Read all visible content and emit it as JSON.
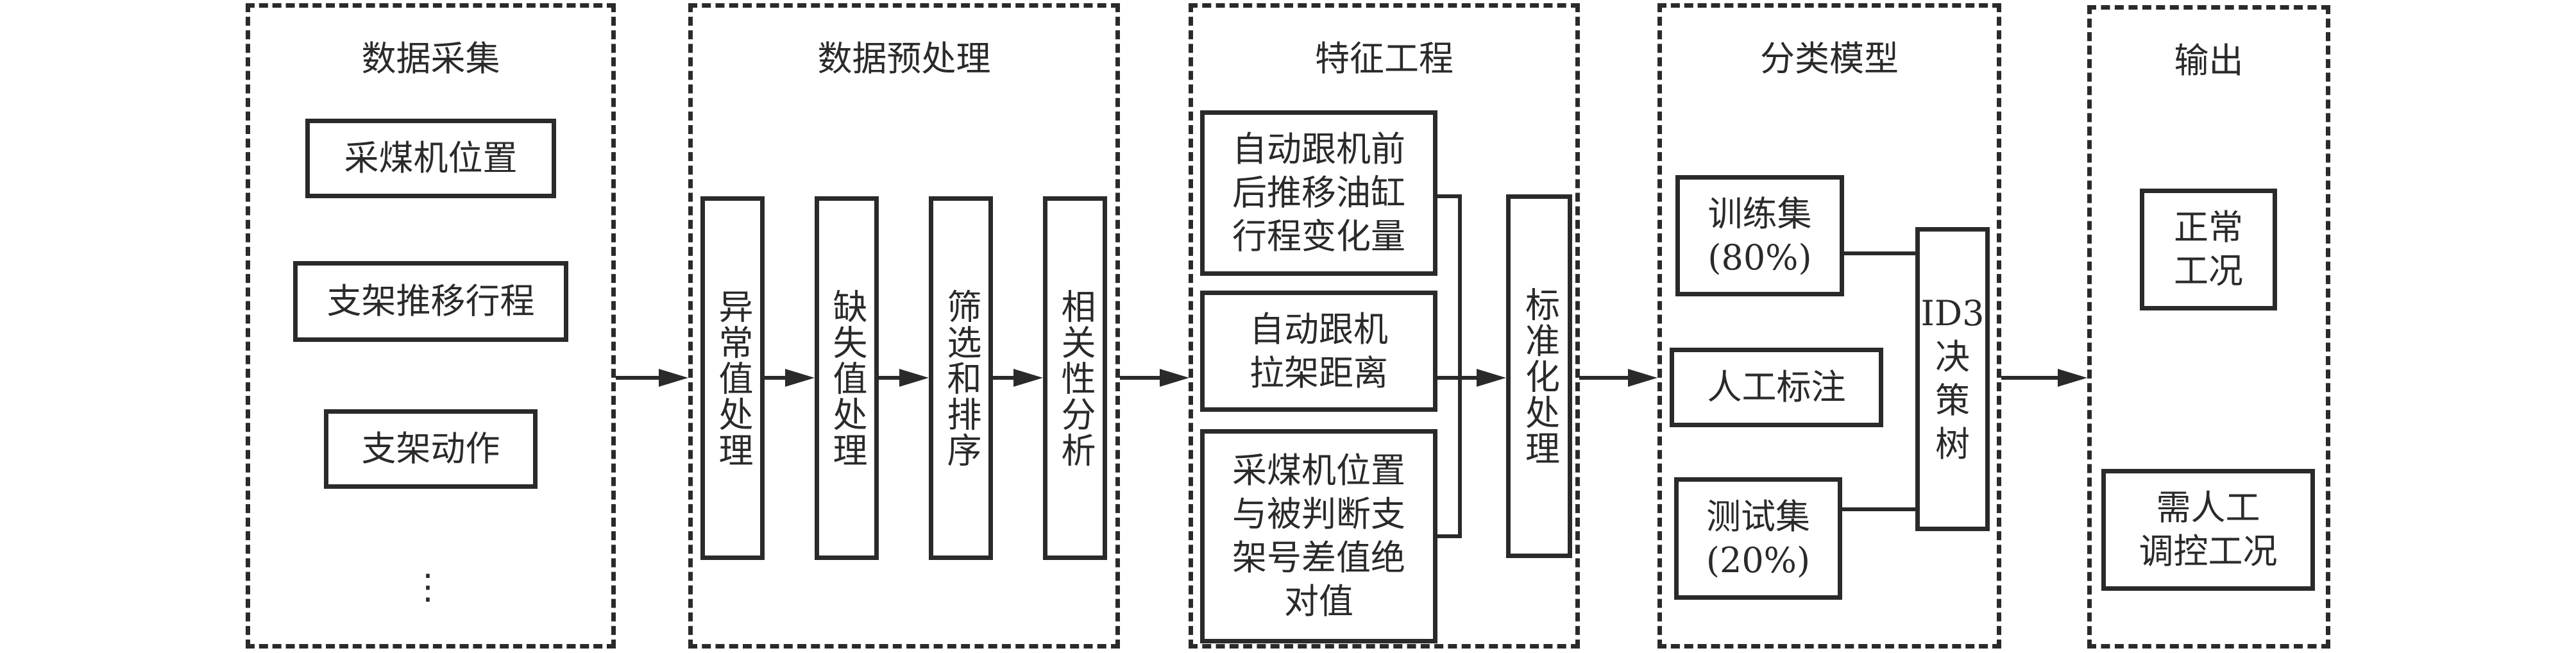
{
  "diagram": {
    "panels": [
      {
        "title": "数据采集",
        "items": [
          "采煤机位置",
          "支架推移行程",
          "支架动作"
        ],
        "ellipsis": "⋮"
      },
      {
        "title": "数据预处理",
        "steps": [
          "异常值处理",
          "缺失值处理",
          "筛选和排序",
          "相关性分析"
        ]
      },
      {
        "title": "特征工程",
        "features": [
          "自动跟机前\n后推移油缸\n行程变化量",
          "自动跟机\n拉架距离",
          "采煤机位置\n与被判断支\n架号差值绝\n对值"
        ],
        "process": "标准化处理"
      },
      {
        "title": "分类模型",
        "train": "训练集\n(80%)",
        "label": "人工标注",
        "test": "测试集\n(20%)",
        "model": "ID3\n决\n策\n树"
      },
      {
        "title": "输出",
        "results": [
          "正常\n工况",
          "需人工\n调控工况"
        ]
      }
    ]
  }
}
